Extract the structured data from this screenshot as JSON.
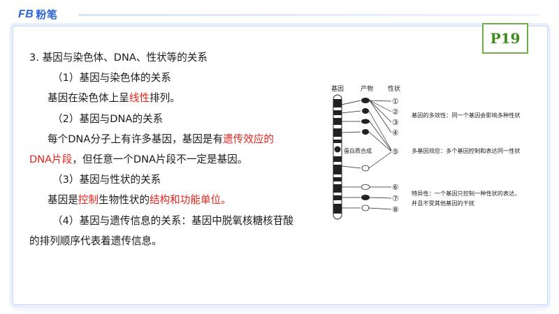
{
  "logo": {
    "mark": "FB",
    "name": "粉笔"
  },
  "page_label": "P19",
  "content": {
    "heading": "3. 基因与染色体、DNA、性状等的关系",
    "s1_title": "（1）基因与染色体的关系",
    "s1_text_a": "基因在染色体上呈",
    "s1_text_red": "线性",
    "s1_text_b": "排列。",
    "s2_title": "（2）基因与DNA的关系",
    "s2_line1_a": "每个DNA分子上有许多基因，基因是有",
    "s2_line1_red": "遗传效应的",
    "s2_line2_red": "DNA片段",
    "s2_line2_b": "，但任意一个DNA片段不一定是基因。",
    "s3_title": "（3）基因与性状的关系",
    "s3_text_a": "基因是",
    "s3_text_red1": "控制",
    "s3_text_b": "生物性状的",
    "s3_text_red2": "结构和功能单位。",
    "s4_line1": "（4）基因与遗传信息的关系：基因中脱氧核糖核苷酸",
    "s4_line2": "的排列顺序代表着遗传信息。"
  },
  "diagram": {
    "col_gene": "基因",
    "col_product": "产物",
    "col_trait": "性状",
    "protein_label": "蛋白质合成",
    "traits": [
      "①",
      "②",
      "③",
      "④",
      "⑤",
      "⑥",
      "⑦",
      "⑧"
    ],
    "note1": "基因的多效性：同一个基因会影响多种性状",
    "note2": "多基因效应：多个基因控制和表达同一性状",
    "note3_line1": "特异性：一个基因只控制一种性状的表达，",
    "note3_line2": "并且不受其他基因的干扰"
  },
  "colors": {
    "accent": "#2b63d8",
    "highlight": "#e3231c",
    "label_border": "#70ad47"
  }
}
